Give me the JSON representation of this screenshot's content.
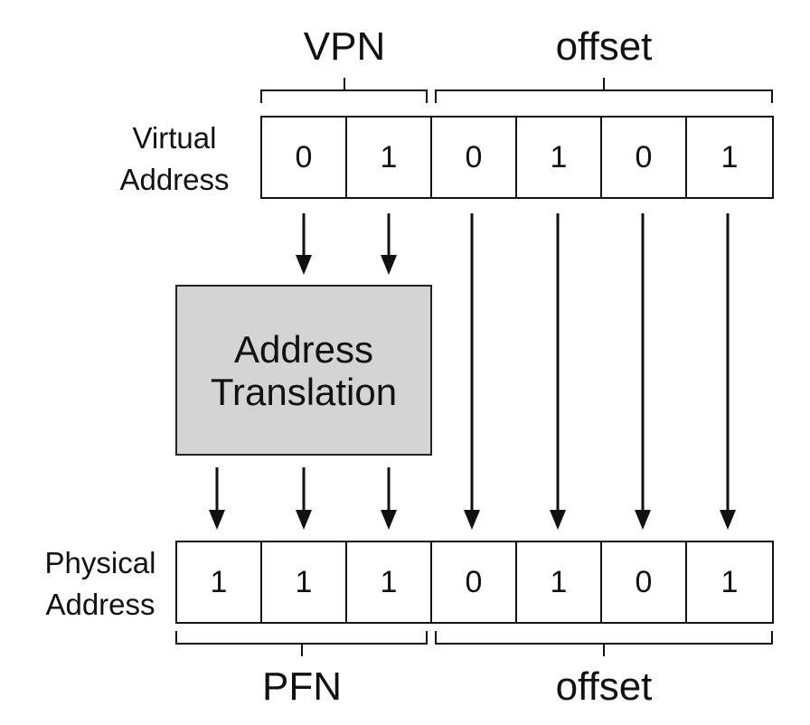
{
  "labels": {
    "vpn": "VPN",
    "offset_top": "offset",
    "virtual_line1": "Virtual",
    "virtual_line2": "Address",
    "physical_line1": "Physical",
    "physical_line2": "Address",
    "pfn": "PFN",
    "offset_bottom": "offset"
  },
  "translator": {
    "line1": "Address",
    "line2": "Translation"
  },
  "virtual_bits": [
    "0",
    "1",
    "0",
    "1",
    "0",
    "1"
  ],
  "physical_bits": [
    "1",
    "1",
    "1",
    "0",
    "1",
    "0",
    "1"
  ]
}
